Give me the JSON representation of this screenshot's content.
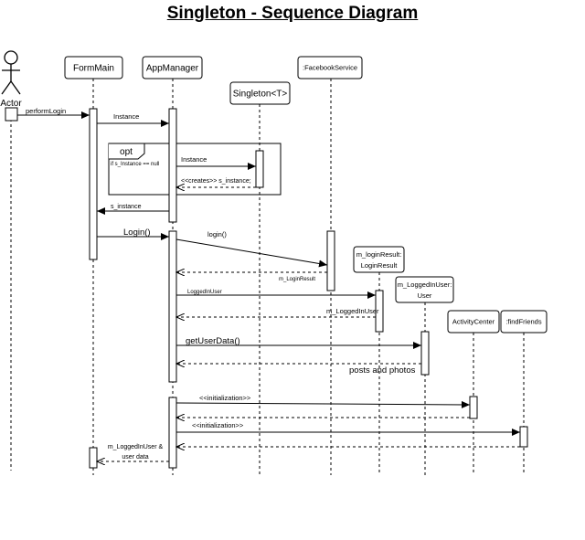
{
  "title": "Singleton - Sequence Diagram",
  "actor": {
    "label": "Actor"
  },
  "participants": [
    {
      "id": "formmain",
      "lines": [
        "FormMain"
      ]
    },
    {
      "id": "appmanager",
      "lines": [
        "AppManager"
      ]
    },
    {
      "id": "singleton",
      "lines": [
        "Singleton<T>"
      ]
    },
    {
      "id": "facebookservice",
      "lines": [
        ":FacebookService"
      ]
    },
    {
      "id": "loginresult",
      "lines": [
        "m_loginResult:",
        "LoginResult"
      ]
    },
    {
      "id": "loggedinuser",
      "lines": [
        "m_LoggedInUser:",
        "User"
      ]
    },
    {
      "id": "activitycenter",
      "lines": [
        "ActivityCenter"
      ]
    },
    {
      "id": "findfriends",
      "lines": [
        ":findFriends"
      ]
    }
  ],
  "fragment": {
    "operator": "opt",
    "guard": "if s_Instance == null"
  },
  "messages": [
    {
      "id": "perform-login",
      "label": "performLogin",
      "kind": "sync"
    },
    {
      "id": "instance-call",
      "label": "Instance",
      "kind": "sync"
    },
    {
      "id": "instance-inner",
      "label": "Instance",
      "kind": "sync"
    },
    {
      "id": "creates-return",
      "label": "<<creates>> s_instance;",
      "kind": "return"
    },
    {
      "id": "s-instance-return",
      "label": "s_instance",
      "kind": "sync"
    },
    {
      "id": "login-call",
      "label": "Login()",
      "kind": "sync"
    },
    {
      "id": "login-fb",
      "label": "login()",
      "kind": "sync"
    },
    {
      "id": "login-result-return",
      "label": "m_LoginResult",
      "kind": "return"
    },
    {
      "id": "logged-in-user-call",
      "label": "LoggedInUser",
      "kind": "sync"
    },
    {
      "id": "logged-in-user-return",
      "label": "m_LoggedInUser",
      "kind": "return"
    },
    {
      "id": "get-user-data",
      "label": "getUserData()",
      "kind": "sync"
    },
    {
      "id": "posts-return",
      "label": "posts and photos",
      "kind": "return"
    },
    {
      "id": "init-activity",
      "label": "<<initialization>>",
      "kind": "sync"
    },
    {
      "id": "init-activity-return",
      "label": "",
      "kind": "return"
    },
    {
      "id": "init-friends",
      "label": "<<initialization>>",
      "kind": "sync"
    },
    {
      "id": "init-friends-return",
      "label": "",
      "kind": "return"
    },
    {
      "id": "final-return",
      "label": "m_LoggedInUser & user data",
      "lines": [
        "m_LoggedInUser &",
        "user data"
      ],
      "kind": "return"
    }
  ]
}
